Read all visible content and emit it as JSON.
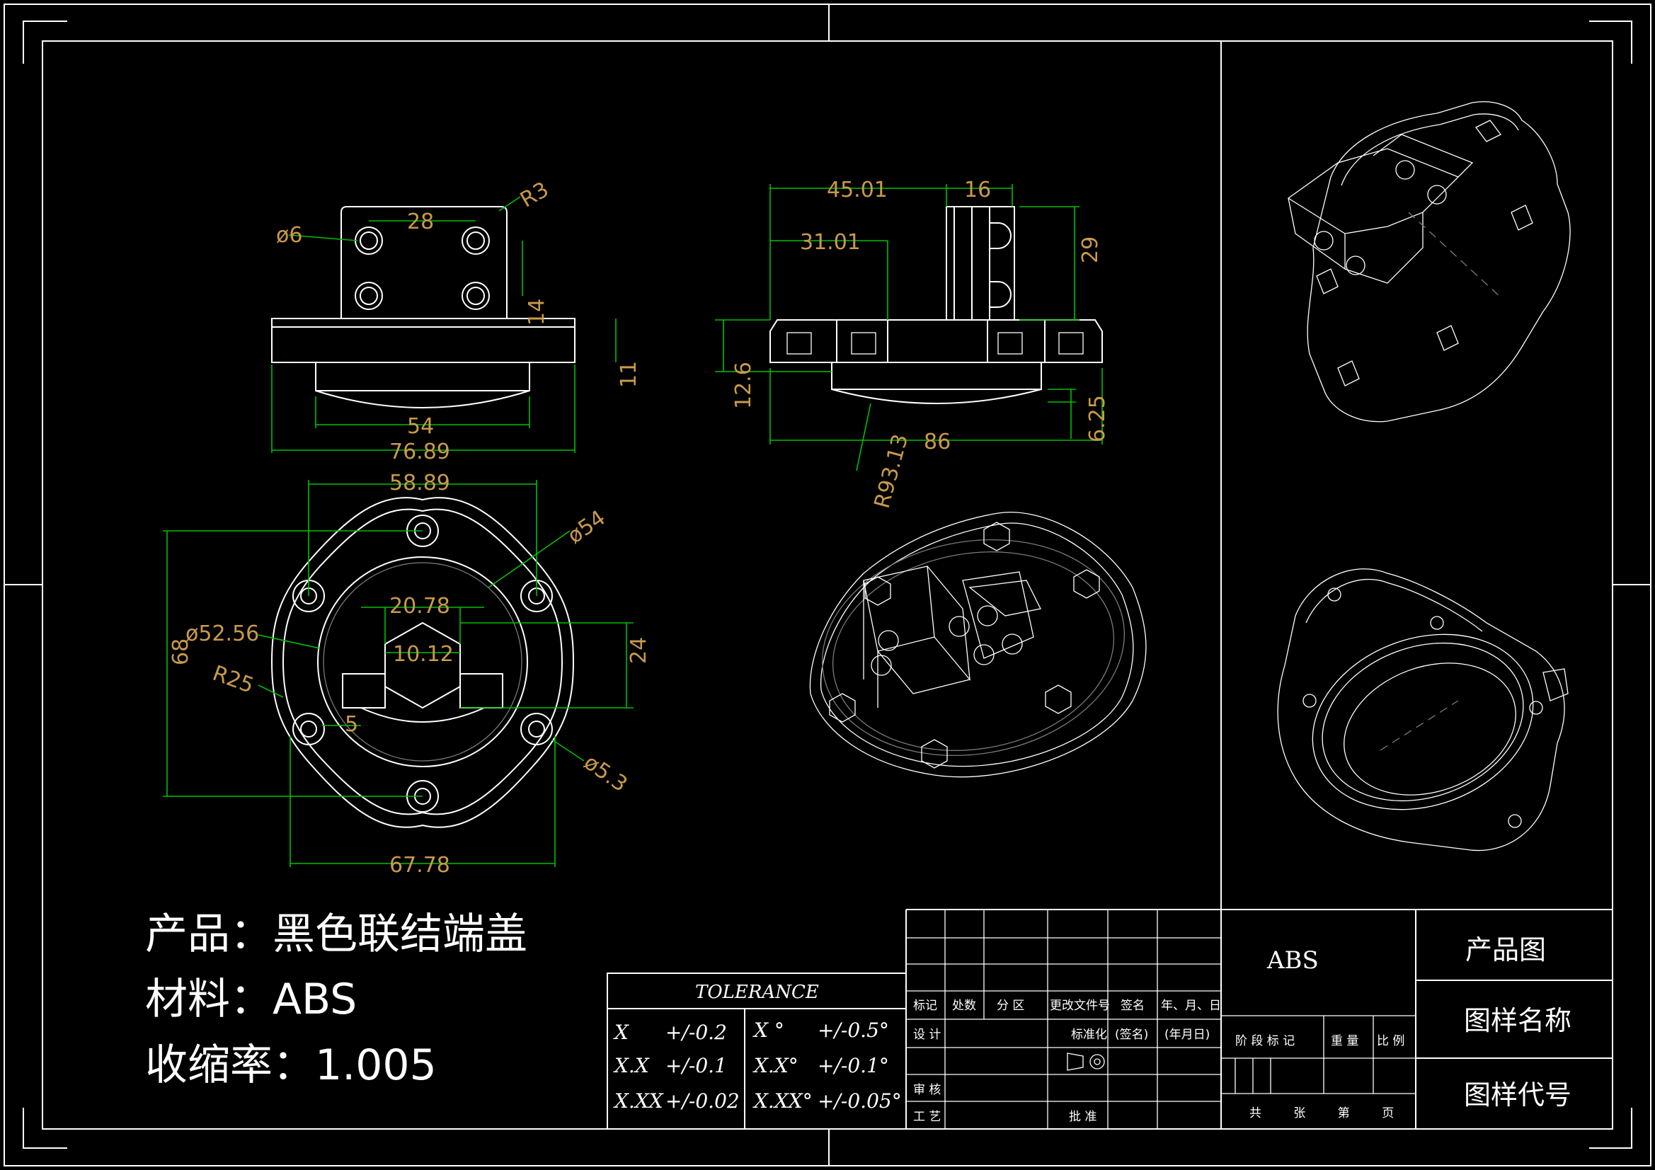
{
  "product_line": "产品：黑色联结端盖",
  "material_line": "材料：ABS",
  "shrink_line": "收缩率：1.005",
  "dims": {
    "d6": "ø6",
    "d28": "28",
    "r3": "R3",
    "d14": "14",
    "d11": "11",
    "d54w": "54",
    "d7689": "76.89",
    "d4501": "45.01",
    "d16": "16",
    "d3101": "31.01",
    "d29": "29",
    "d126": "12.6",
    "d86": "86",
    "d625": "6.25",
    "r9313": "R93.13",
    "d5889": "58.89",
    "d54dia": "ø54",
    "d68": "68",
    "d5256": "ø52.56",
    "d2078": "20.78",
    "d1012": "10.12",
    "d24": "24",
    "r25": "R25",
    "d5": "5",
    "d53": "ø5.3",
    "d6778": "67.78"
  },
  "tolerance": {
    "title": "TOLERANCE",
    "rows": [
      {
        "k1": "X",
        "v1": "+/-0.2",
        "k2": "X °",
        "v2": "+/-0.5°"
      },
      {
        "k1": "X.X",
        "v1": "+/-0.1",
        "k2": "X.X°",
        "v2": "+/-0.1°"
      },
      {
        "k1": "X.XX",
        "v1": "+/-0.02",
        "k2": "X.XX°",
        "v2": "+/-0.05°"
      }
    ]
  },
  "title_block": {
    "biaoji": "标记",
    "chushu": "处数",
    "fenqu": "分 区",
    "genggai": "更改文件号",
    "qianming": "签名",
    "nianyueri": "年、月、日",
    "sheji": "设 计",
    "biaozhunhua": "标准化",
    "qianming2": "(签名)",
    "nianyueri2": "(年月日)",
    "jieduan": "阶 段 标 记",
    "zhongliang": "重 量",
    "bili": "比 例",
    "shenhe": "审 核",
    "gongyi": "工 艺",
    "pizhun": "批 准",
    "gongzhang": "共 张 第 页",
    "material": "ABS",
    "product_drawing": "产品图",
    "drawing_name": "图样名称",
    "drawing_code": "图样代号"
  }
}
